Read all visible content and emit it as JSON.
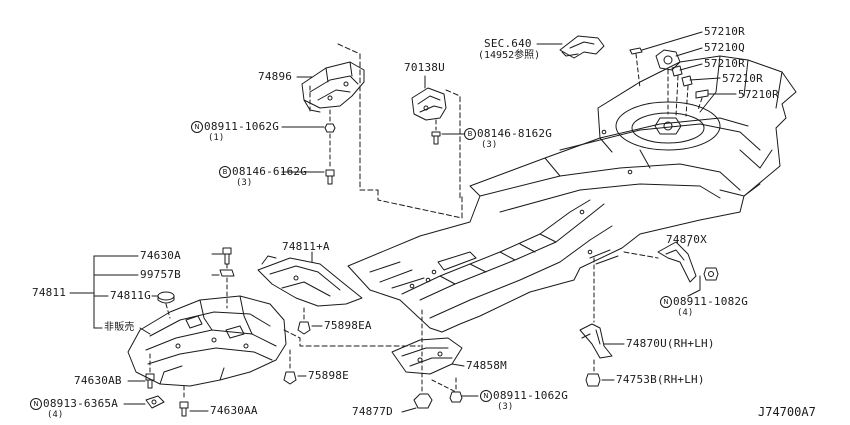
{
  "diagram": {
    "code": "J74700A7",
    "parts": {
      "p74896": "74896",
      "p08911_1062G_top": "08911-1062G",
      "p08911_1062G_top_qty": "(1)",
      "p08146_6162G": "08146-6162G",
      "p08146_6162G_qty": "(3)",
      "p70138U": "70138U",
      "p08146_8162G": "08146-8162G",
      "p08146_8162G_qty": "(3)",
      "sec640": "SEC.640",
      "sec640_ref": "(14952参照)",
      "p57210R_a": "57210R",
      "p57210Q": "57210Q",
      "p57210R_b": "57210R",
      "p57210R_c": "57210R",
      "p57210R_d": "57210R",
      "p74811A": "74811+A",
      "p74630A": "74630A",
      "p99757B": "99757B",
      "p74811": "74811",
      "p74811G": "74811G",
      "not_for_sale": "非販売",
      "p75898EA": "75898EA",
      "p75898E": "75898E",
      "p74630AB": "74630AB",
      "p08913_6365A": "08913-6365A",
      "p08913_6365A_qty": "(4)",
      "p74630AA": "74630AA",
      "p74858M": "74858M",
      "p08911_1062G_bot": "08911-1062G",
      "p08911_1062G_bot_qty": "(3)",
      "p74877D": "74877D",
      "p74870X": "74870X",
      "p08911_1082G": "08911-1082G",
      "p08911_1082G_qty": "(4)",
      "p74870U": "74870U(RH+LH)",
      "p74753B": "74753B(RH+LH)"
    },
    "symbols": {
      "nut": "N",
      "bolt": "B"
    }
  }
}
